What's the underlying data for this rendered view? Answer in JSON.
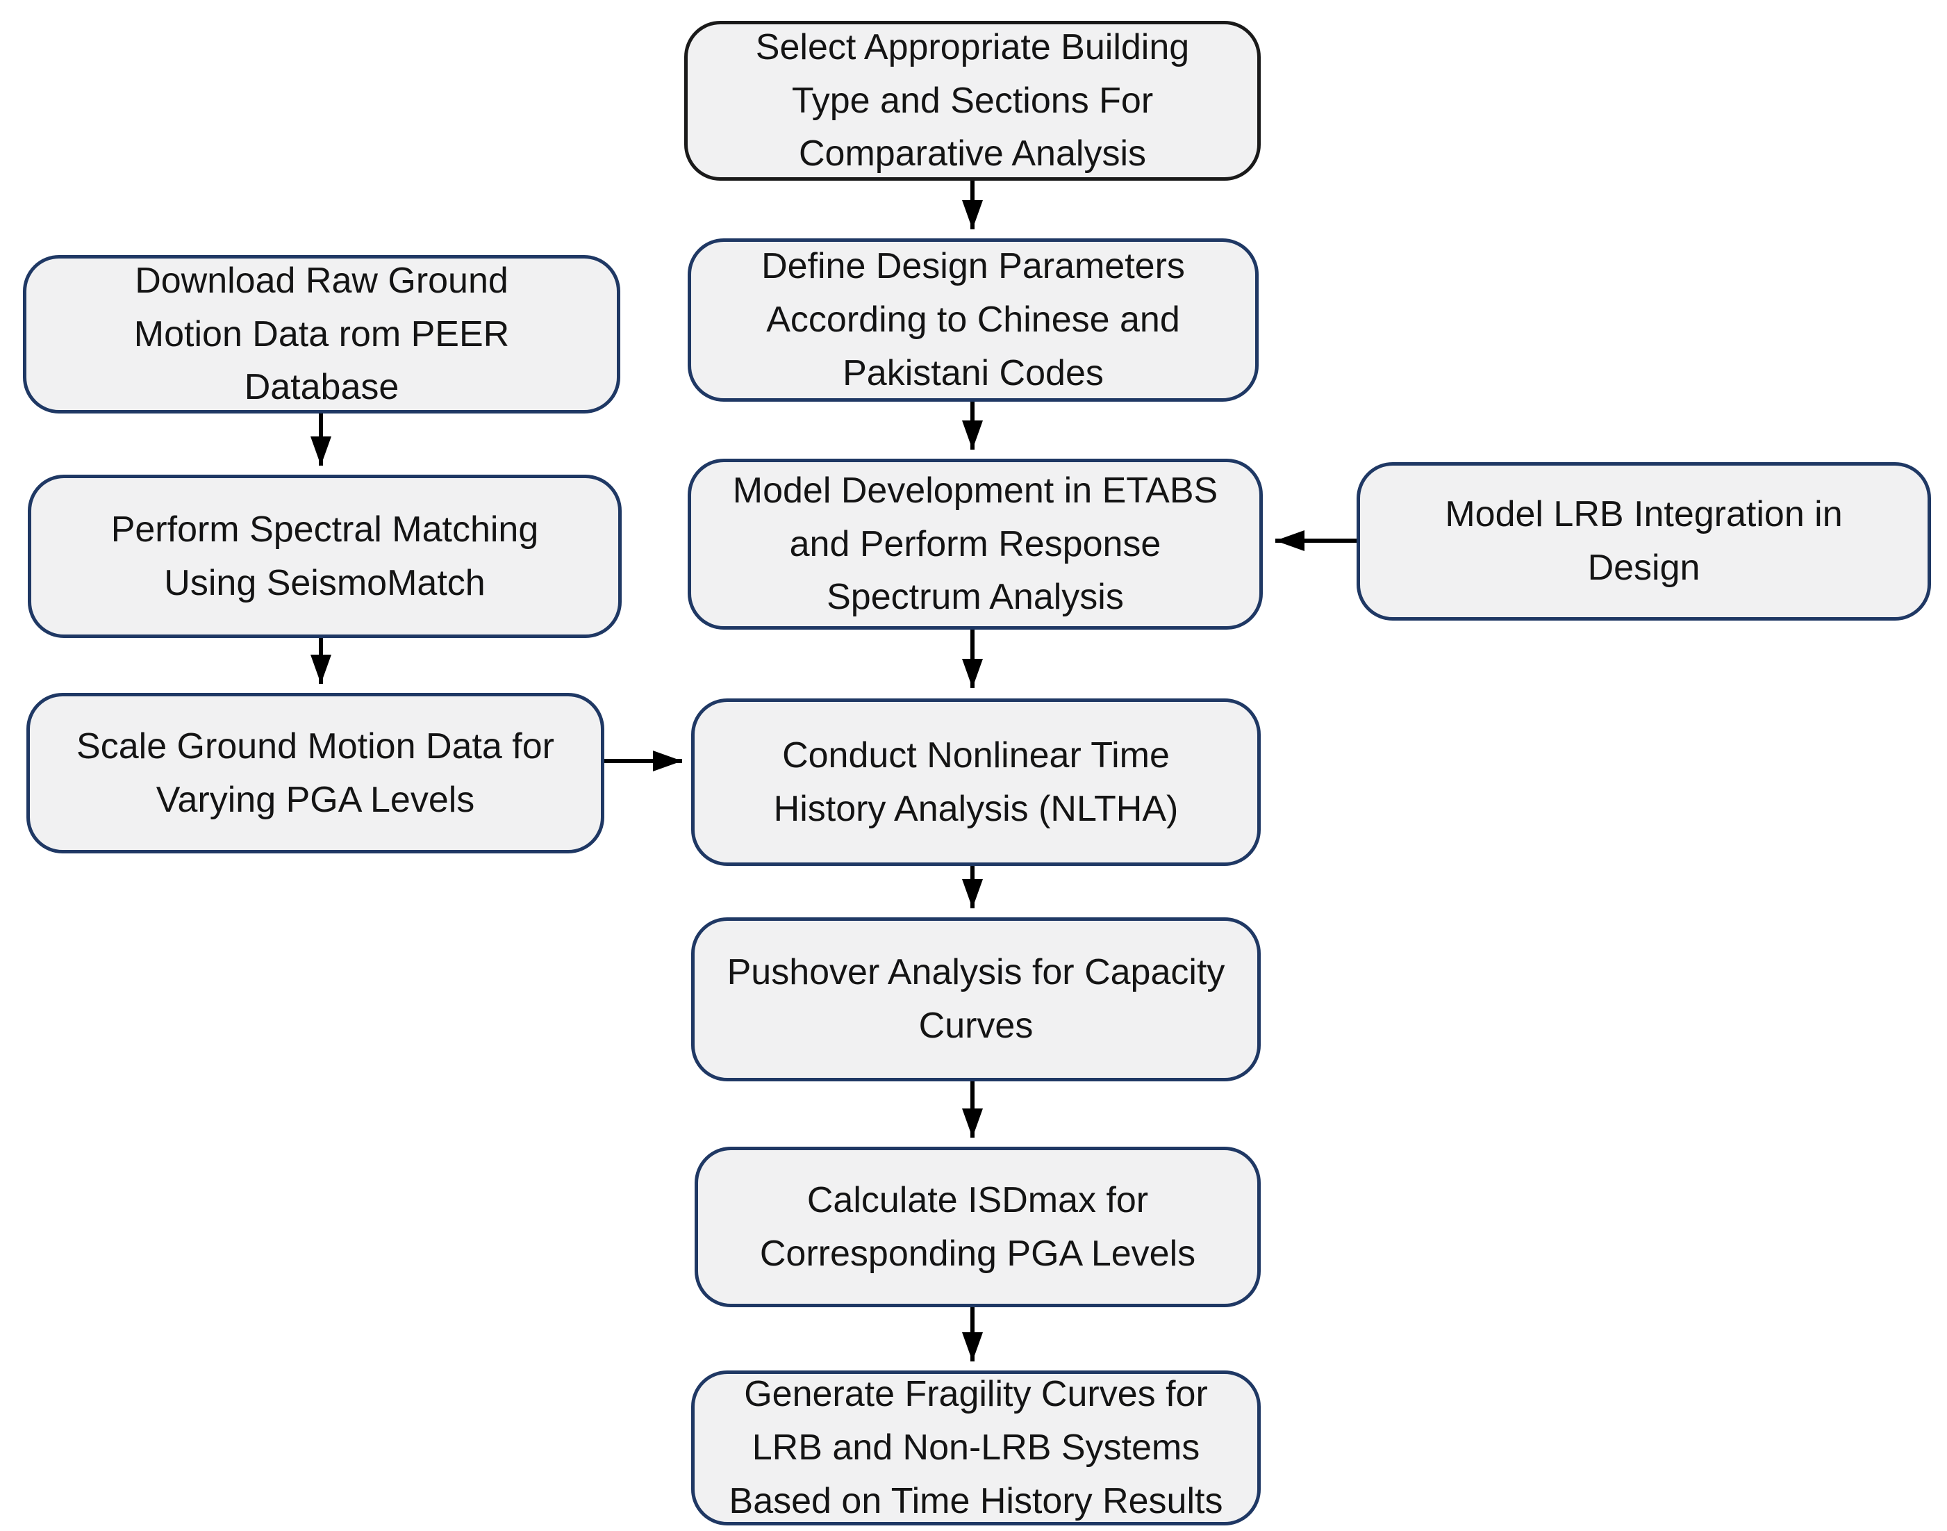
{
  "diagram": {
    "type": "flowchart",
    "colors": {
      "node_fill": "#f1f1f2",
      "node_border": "#1f3864",
      "top_node_border": "#1a1a1a",
      "arrow": "#000000",
      "text": "#141414",
      "background": "#ffffff"
    },
    "nodes": {
      "select_building": {
        "label": "Select Appropriate Building Type and Sections For Comparative Analysis",
        "lines": [
          "Select Appropriate Building",
          "Type and Sections For",
          "Comparative Analysis"
        ]
      },
      "define_parameters": {
        "label": "Define Design Parameters According to Chinese and Pakistani Codes",
        "lines": [
          "Define Design Parameters",
          "According to Chinese and",
          "Pakistani Codes"
        ]
      },
      "model_development": {
        "label": "Model Development in ETABS and Perform Response Spectrum Analysis",
        "lines": [
          "Model Development in ETABS",
          "and Perform Response",
          "Spectrum Analysis"
        ]
      },
      "nltha": {
        "label": "Conduct Nonlinear Time History Analysis (NLTHA)",
        "lines": [
          "Conduct Nonlinear Time",
          "History Analysis (NLTHA)"
        ]
      },
      "pushover": {
        "label": "Pushover Analysis for Capacity Curves",
        "lines": [
          "Pushover Analysis for Capacity",
          "Curves"
        ]
      },
      "isdmax": {
        "label": "Calculate ISDmax for Corresponding PGA Levels",
        "lines": [
          "Calculate ISDmax for",
          "Corresponding PGA Levels"
        ]
      },
      "fragility": {
        "label": "Generate Fragility Curves for LRB and Non-LRB Systems Based on Time History Results",
        "lines": [
          "Generate Fragility Curves for",
          "LRB and Non-LRB Systems",
          "Based on Time History Results"
        ]
      },
      "download_data": {
        "label": "Download Raw Ground Motion Data rom PEER Database",
        "lines": [
          "Download Raw Ground",
          "Motion Data rom PEER",
          "Database"
        ]
      },
      "spectral_matching": {
        "label": "Perform Spectral Matching Using SeismoMatch",
        "lines": [
          "Perform Spectral Matching",
          "Using SeismoMatch"
        ]
      },
      "scale_data": {
        "label": "Scale Ground Motion Data for Varying PGA Levels",
        "lines": [
          "Scale Ground Motion Data for",
          "Varying PGA Levels"
        ]
      },
      "lrb_integration": {
        "label": "Model LRB Integration in Design",
        "lines": [
          "Model LRB Integration in",
          "Design"
        ]
      }
    },
    "edges": [
      {
        "from": "select_building",
        "to": "define_parameters"
      },
      {
        "from": "define_parameters",
        "to": "model_development"
      },
      {
        "from": "lrb_integration",
        "to": "model_development"
      },
      {
        "from": "model_development",
        "to": "nltha"
      },
      {
        "from": "scale_data",
        "to": "nltha"
      },
      {
        "from": "nltha",
        "to": "pushover"
      },
      {
        "from": "pushover",
        "to": "isdmax"
      },
      {
        "from": "isdmax",
        "to": "fragility"
      },
      {
        "from": "download_data",
        "to": "spectral_matching"
      },
      {
        "from": "spectral_matching",
        "to": "scale_data"
      }
    ]
  }
}
